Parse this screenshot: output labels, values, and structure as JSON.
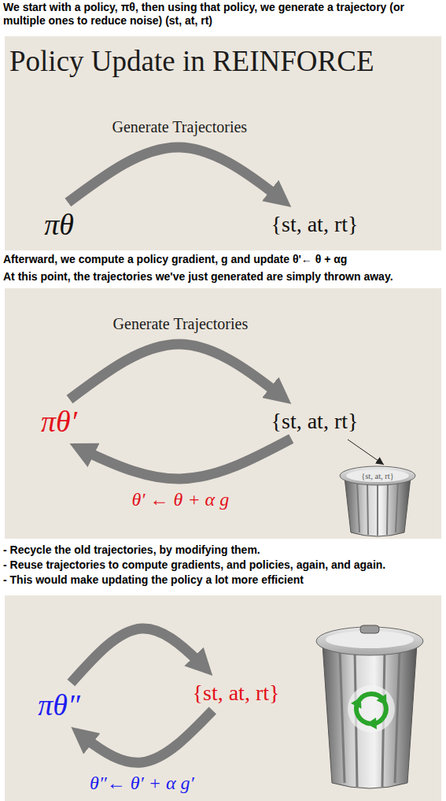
{
  "diagram": {
    "title": "Policy Update in REINFORCE",
    "nodes": [
      {
        "text": [
          "πθ"
        ]
      },
      {
        "text": [
          "{st, at, rt}"
        ]
      },
      {
        "text": [
          "πθ′"
        ]
      },
      {
        "text": [
          "{st, at, rt}"
        ]
      },
      {
        "text": [
          "πθ″"
        ]
      },
      {
        "text": [
          "{st, at, rt}"
        ]
      }
    ],
    "edges": [
      {
        "from": 0,
        "to": 1,
        "arrow": "to",
        "label": "Generate Trajectories"
      },
      {
        "from": 2,
        "to": 3,
        "arrow": "to",
        "label": "Generate Trajectories"
      },
      {
        "from": 3,
        "to": 2,
        "arrow": "to",
        "label": "θ′ ← θ + α g"
      },
      {
        "from": 4,
        "to": 5,
        "arrow": "to"
      },
      {
        "from": 5,
        "to": 4,
        "arrow": "to",
        "label": "θ″← θ′ + α g′"
      }
    ],
    "labels": [
      "We start with a policy, πθ, then using that policy, we generate a trajectory (or multiple ones to reduce noise) (st, at, rt)",
      "Afterward, we compute a policy gradient, g and update θ'← θ + αg",
      "At this point, the trajectories we've just generated are simply thrown away.",
      "{st, at, rt}",
      "- Recycle the old trajectories, by modifying them.",
      "- Reuse trajectories to compute gradients, and policies, again, and again.",
      "- This would make updating the policy a lot more efficient"
    ]
  }
}
